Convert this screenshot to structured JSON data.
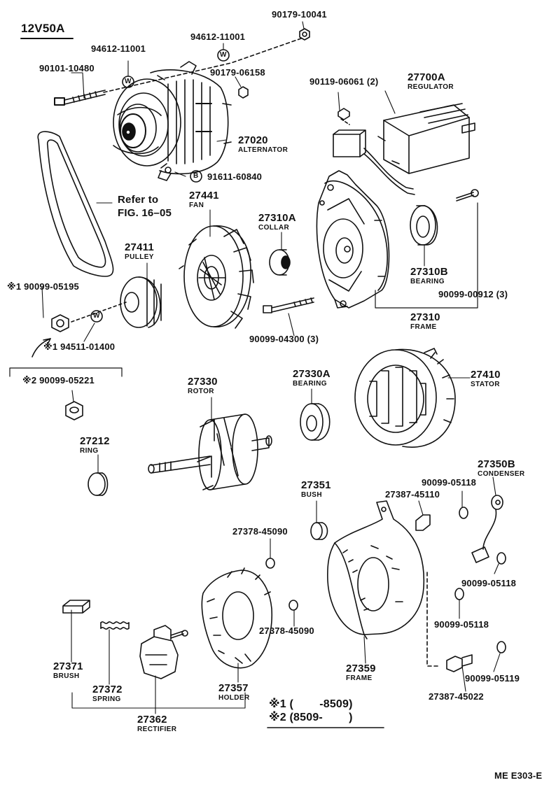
{
  "title": "12V50A",
  "drawing_code": "ME E303-E",
  "refer": {
    "line1": "Refer to",
    "line2": "FIG. 16–05"
  },
  "parts": {
    "p90179_10041": "90179-10041",
    "p94612_a": "94612-11001",
    "p94612_b": "94612-11001",
    "p90101_10480": "90101-10480",
    "p90179_06158": "90179-06158",
    "p27020": {
      "num": "27020",
      "name": "ALTERNATOR"
    },
    "p91611": "91611-60840",
    "p90119": "90119-06061 (2)",
    "p27700A": {
      "num": "27700A",
      "name": "REGULATOR"
    },
    "p27441": {
      "num": "27441",
      "name": "FAN"
    },
    "p27310A": {
      "num": "27310A",
      "name": "COLLAR"
    },
    "p27411": {
      "num": "27411",
      "name": "PULLEY"
    },
    "p27310B": {
      "num": "27310B",
      "name": "BEARING"
    },
    "p90099_00912": "90099-00912 (3)",
    "p90099_05195": "90099-05195",
    "p94511": "94511-01400",
    "p90099_04300": "90099-04300 (3)",
    "p27310": {
      "num": "27310",
      "name": "FRAME"
    },
    "p90099_05221": "90099-05221",
    "p27330A": {
      "num": "27330A",
      "name": "BEARING"
    },
    "p27410": {
      "num": "27410",
      "name": "STATOR"
    },
    "p27330": {
      "num": "27330",
      "name": "ROTOR"
    },
    "p27212": {
      "num": "27212",
      "name": "RING"
    },
    "p27350B": {
      "num": "27350B",
      "name": "CONDENSER"
    },
    "p27351": {
      "num": "27351",
      "name": "BUSH"
    },
    "p90099_05118_a": "90099-05118",
    "p27387_45110": "27387-45110",
    "p27378_a": "27378-45090",
    "p90099_05118_b": "90099-05118",
    "p27378_b": "27378-45090",
    "p90099_05118_c": "90099-05118",
    "p27371": {
      "num": "27371",
      "name": "BRUSH"
    },
    "p27372": {
      "num": "27372",
      "name": "SPRING"
    },
    "p27357": {
      "num": "27357",
      "name": "HOLDER"
    },
    "p27359": {
      "num": "27359",
      "name": "FRAME"
    },
    "p90099_05119": "90099-05119",
    "p27387_45022": "27387-45022",
    "p27362": {
      "num": "27362",
      "name": "RECTIFIER"
    }
  },
  "marks": {
    "m1": "※1",
    "m2": "※2",
    "m1b": "※1"
  },
  "legend": {
    "row1": "※1 (        -8509)",
    "row2": "※2 (8509-        )"
  },
  "washer_letters": {
    "w": "W",
    "b": "B"
  }
}
